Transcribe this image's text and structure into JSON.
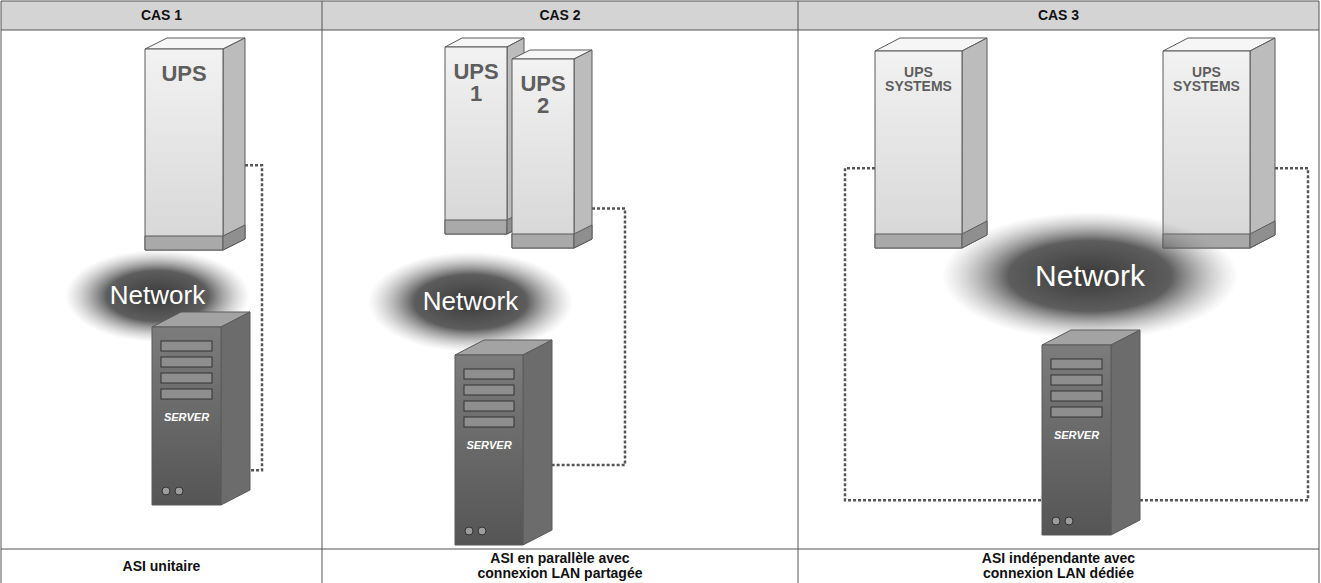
{
  "diagram": {
    "nodes": [
      {
        "text": [
          "UPS"
        ]
      },
      {
        "text": [
          "Network"
        ]
      },
      {
        "text": [
          "SERVER"
        ]
      },
      {
        "text": [
          "UPS 1"
        ]
      },
      {
        "text": [
          "UPS 2"
        ]
      },
      {
        "text": [
          "Network"
        ]
      },
      {
        "text": [
          "SERVER"
        ]
      },
      {
        "text": [
          "UPS SYSTEMS"
        ]
      },
      {
        "text": [
          "UPS SYSTEMS"
        ]
      },
      {
        "text": [
          "Network"
        ]
      },
      {
        "text": [
          "SERVER"
        ]
      }
    ],
    "edges": [
      {
        "from": 0,
        "to": 2,
        "arrow": "none"
      },
      {
        "from": 4,
        "to": 6,
        "arrow": "none"
      },
      {
        "from": 7,
        "to": 10,
        "arrow": "none"
      },
      {
        "from": 8,
        "to": 10,
        "arrow": "none"
      }
    ],
    "labels": [
      "CAS 1",
      "CAS 2",
      "CAS 3",
      "ASI unitaire",
      "ASI en parallèle avec connexion LAN partagée",
      "ASI indépendante avec connexion LAN dédiée"
    ]
  }
}
